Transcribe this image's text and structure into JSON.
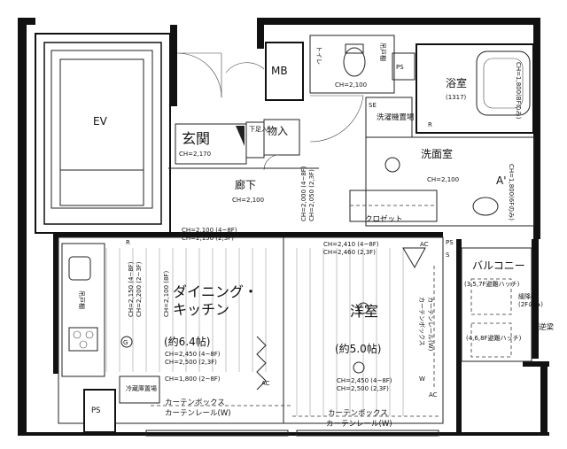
{
  "rooms": {
    "ev": "EV",
    "mb": "MB",
    "entrance": "玄関",
    "entrance_ch": "CH=2,170",
    "shoe": "下足入",
    "storage": "物入",
    "hall": "廊下",
    "hall_ch": "CH=2,100",
    "toilet": "トイレ",
    "toilet_ch": "CH=2,100",
    "toilet_cabinet": "吊戸棚",
    "ps1": "PS",
    "ps2": "PS",
    "ps3": "PS",
    "bath": "浴室",
    "bath_size": "(1317)",
    "bath_ch": "CH=1,800(BFのみ)",
    "washer": "洗濯機置場",
    "washer_tag": "SE",
    "washroom": "洗面室",
    "washroom_ch": "CH=2,100",
    "washroom_ch2": "CH=1,800(6Fのみ)",
    "closet": "クロゼット",
    "dining": "ダイニング・",
    "kitchen": "キッチン",
    "dining_size": "(約6.4帖)",
    "dining_ch1": "CH=2,450 (4~8F)",
    "dining_ch2": "CH=2,500 (2,3F)",
    "dining_ch3": "CH=1,800 (2~8F)",
    "dining_top1": "CH=2,100 (4~8F)",
    "dining_top2": "CH=2,150 (2,3F)",
    "dining_vert1": "CH=2,150 (4~8F)",
    "dining_vert2": "CH=2,200 (2~3F)",
    "dining_vert3": "CH=2,100 (8F)",
    "hall_vert1": "CH=2,000 (4~8F)",
    "hall_vert2": "CH=2,050 (2,3F)",
    "western": "洋室",
    "western_size": "(約5.0帖)",
    "western_ch1": "CH=2,450 (4~8F)",
    "western_ch2": "CH=2,500 (2,3F)",
    "western_top1": "CH=2,410 (4~8F)",
    "western_top2": "CH=2,460 (2,3F)",
    "fridge": "冷蔵庫置場",
    "curtain_box1": "カーテンボックス",
    "curtain_rail1": "カーテンレール(W)",
    "curtain_box2": "カーテンボックス",
    "curtain_rail2": "カーテンレール(W)",
    "curtain_vert": "カーテンボックス",
    "curtain_vert_rail": "カーテンレール(W)",
    "cabinet": "吊戸棚",
    "balcony": "バルコニー",
    "hatch1": "(3,5,7F避難ハッチ)",
    "hatch2": "(4,6,8F避難ハッチ)",
    "relief": "緩降機",
    "relief_note": "(2Fのみ)",
    "beam": "逆梁",
    "ac1": "AC",
    "ac2": "AC",
    "ac3": "AC",
    "a_mark": "A'",
    "r1": "R",
    "r2": "R",
    "g_mark": "G",
    "s_mark": "S",
    "w_mark": "W"
  }
}
